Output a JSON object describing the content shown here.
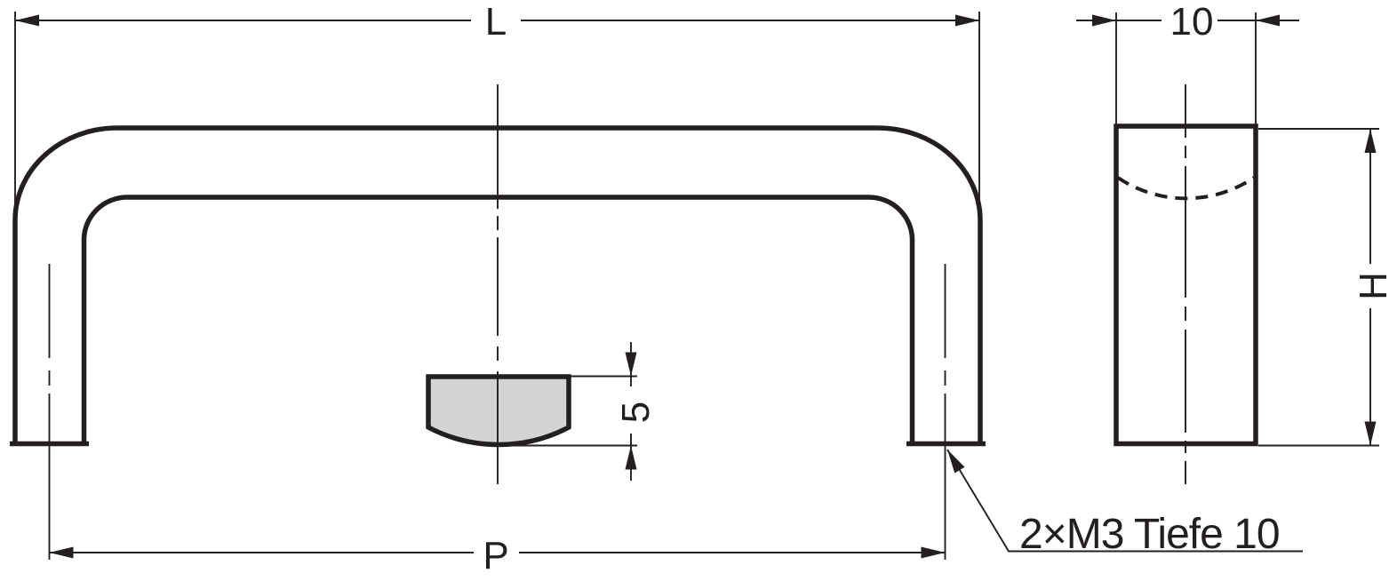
{
  "drawing": {
    "kind": "technical dimension drawing of a U-shaped furniture pull handle, front view and side view",
    "front_view": {
      "dim_length_label": "L",
      "dim_pitch_label": "P",
      "dim_section_thickness_label": "5"
    },
    "side_view": {
      "dim_depth_label": "10",
      "dim_height_label": "H"
    },
    "annotation": {
      "text": "2×M3 Tiefe 10"
    },
    "colors": {
      "line": "#231f20",
      "section_fill": "#d3d4d6",
      "background": "#ffffff"
    }
  }
}
